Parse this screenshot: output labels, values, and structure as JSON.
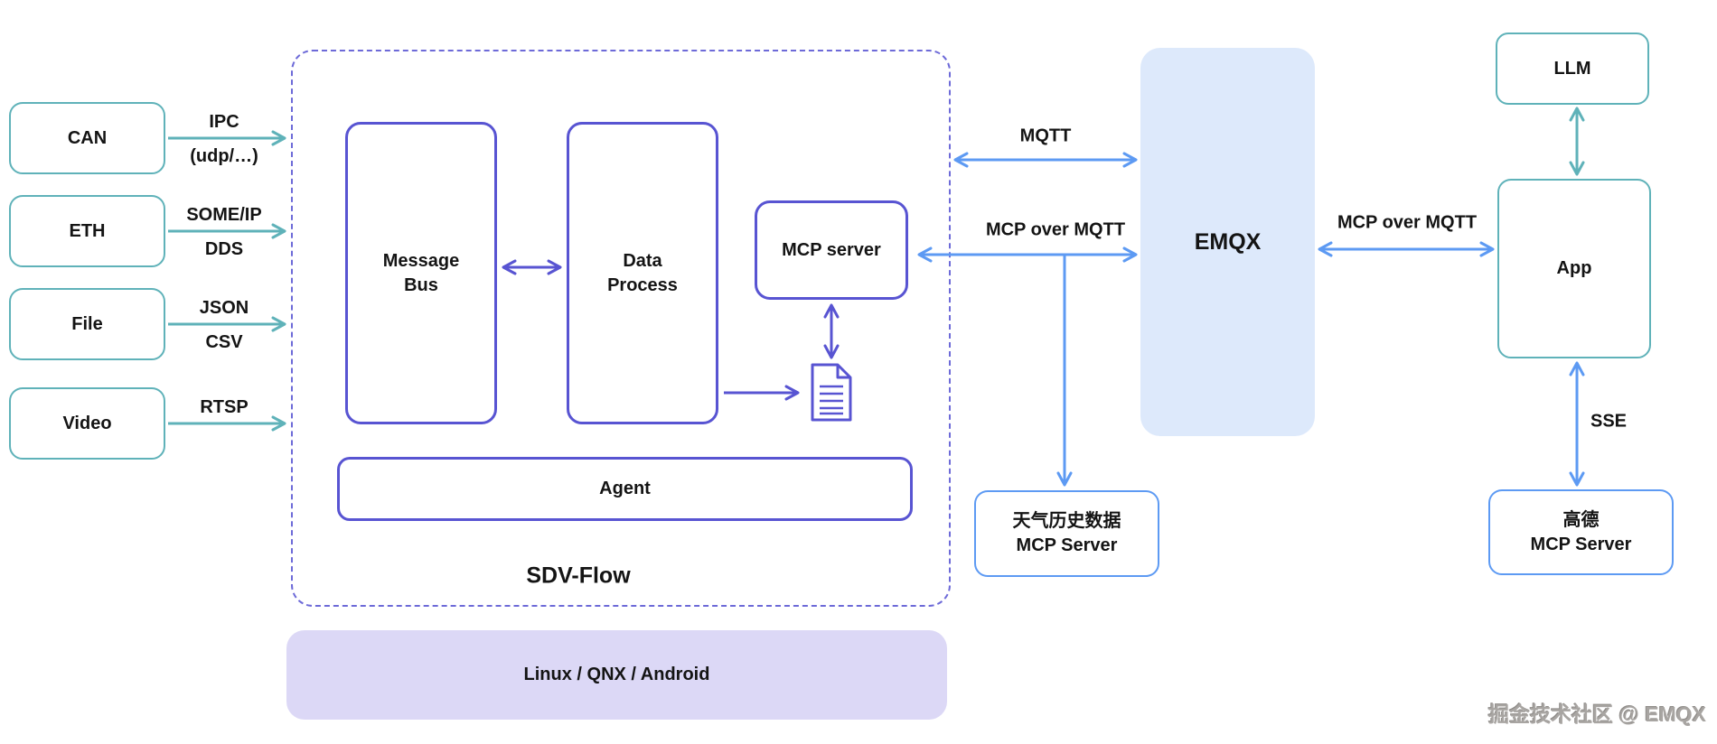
{
  "sources": [
    {
      "label": "CAN",
      "proto1": "IPC",
      "proto2": "(udp/…)"
    },
    {
      "label": "ETH",
      "proto1": "SOME/IP",
      "proto2": "DDS"
    },
    {
      "label": "File",
      "proto1": "JSON",
      "proto2": "CSV"
    },
    {
      "label": "Video",
      "proto1": "RTSP",
      "proto2": ""
    }
  ],
  "sdv": {
    "label": "SDV-Flow",
    "message_bus_line1": "Message",
    "message_bus_line2": "Bus",
    "data_process_line1": "Data",
    "data_process_line2": "Process",
    "mcp_server": "MCP server",
    "agent": "Agent"
  },
  "platform": "Linux / QNX / Android",
  "emqx": "EMQX",
  "edges": {
    "mqtt": "MQTT",
    "mcp_over_mqtt_left": "MCP over MQTT",
    "mcp_over_mqtt_right": "MCP over MQTT",
    "sse": "SSE"
  },
  "weather_server": {
    "line1": "天气历史数据",
    "line2": "MCP Server"
  },
  "llm": "LLM",
  "app": "App",
  "amap_server": {
    "line1": "高德",
    "line2": "MCP Server"
  },
  "watermark": "掘金技术社区 @ EMQX",
  "colors": {
    "teal": "#5fb2b9",
    "purple": "#5854d2",
    "purple_dashed": "#6d6ad8",
    "blue": "#5d9af3",
    "emqx_fill": "#dde9fb",
    "platform_fill": "#dcd8f6",
    "text": "#141414",
    "watermark_gray": "#a8a5a2"
  }
}
